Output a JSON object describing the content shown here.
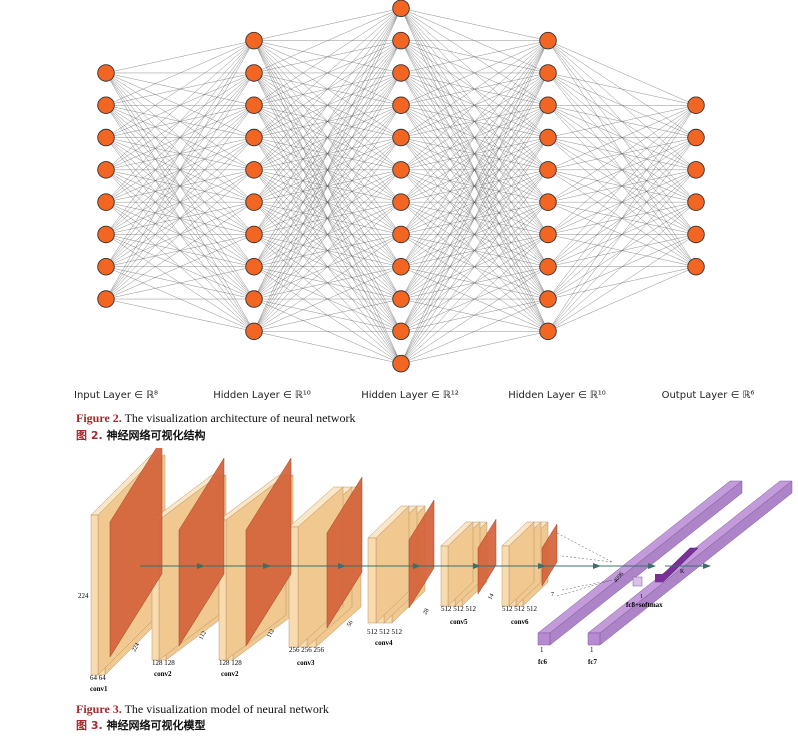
{
  "figure2": {
    "layers": [
      {
        "label": "Input Layer ∈ ℝ⁸",
        "nodes": 8
      },
      {
        "label": "Hidden Layer ∈ ℝ¹⁰",
        "nodes": 10
      },
      {
        "label": "Hidden Layer ∈ ℝ¹²",
        "nodes": 12
      },
      {
        "label": "Hidden Layer ∈ ℝ¹⁰",
        "nodes": 10
      },
      {
        "label": "Output Layer ∈ ℝ⁶",
        "nodes": 6
      }
    ],
    "node_color": "#f26522",
    "caption_en_no": "Figure 2.",
    "caption_en_text": " The visualization architecture of neural network",
    "caption_zh_no": "图 2.",
    "caption_zh_text": " 神经网络可视化结构"
  },
  "figure3": {
    "colors": {
      "block_face": "#f8dcb0",
      "block_top": "#fbe7c8",
      "block_side": "#f0c890",
      "feature": "#d4623a",
      "fc": "#b88ad4",
      "fc_dark": "#7a2f9a",
      "arrow": "#3a6f6a"
    },
    "labels": {
      "input_size": "224",
      "conv1_channels": "64 64",
      "conv1_name": "conv1",
      "conv2a_size": "224",
      "conv2a_channels": "128 128",
      "conv2a_name": "conv2",
      "conv2b_size": "112",
      "conv2b_channels": "128 128",
      "conv2b_name": "conv2",
      "conv3_size": "112",
      "conv3_channels": "256 256 256",
      "conv3_name": "conv3",
      "conv4_size": "56",
      "conv4_channels": "512 512 512",
      "conv4_name": "conv4",
      "conv5_size": "28",
      "conv5_channels": "512 512 512",
      "conv5_name": "conv5",
      "conv6_size": "14",
      "conv6_channels": "512 512 512",
      "conv6_name": "conv6",
      "conv6_out": "7",
      "fc6_size": "4096",
      "fc6_depth": "1",
      "fc6_name": "fc6",
      "fc7_depth": "1",
      "fc7_name": "fc7",
      "fc8_size": "K",
      "fc8_depth": "1",
      "softmax": "fc8+softmax"
    },
    "caption_en_no": "Figure 3.",
    "caption_en_text": " The visualization model of neural network",
    "caption_zh_no": "图 3.",
    "caption_zh_text": " 神经网络可视化模型"
  }
}
